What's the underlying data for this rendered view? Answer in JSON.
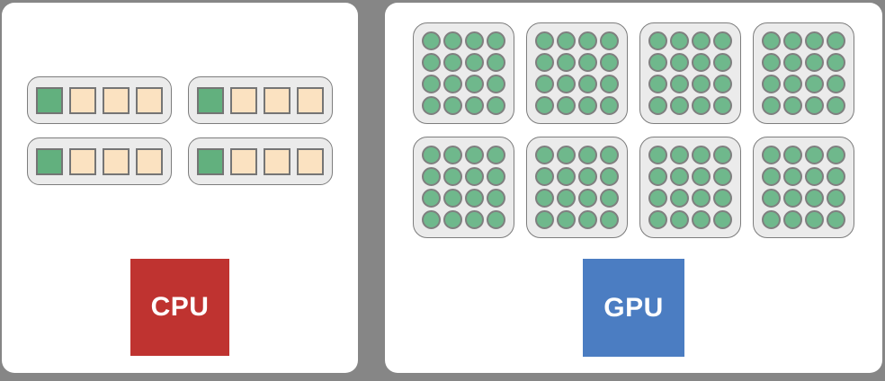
{
  "colors": {
    "background": "#868686",
    "panel": "#ffffff",
    "container_fill": "#ebebeb",
    "container_border": "#7d7d7d",
    "cpu_cell_border": "#757575",
    "control_cell": "#62b07e",
    "alu_cell": "#fbe2c1",
    "gpu_core": "#6fb88c",
    "gpu_core_border": "#7f7f7f",
    "cpu_label_bg": "#bf3330",
    "gpu_label_bg": "#4b7dc2",
    "label_text": "#ffffff"
  },
  "cpu_panel": {
    "label": "CPU",
    "core_count": 4,
    "cells_per_core": 4,
    "control_cells_per_core": 1,
    "alu_cells_per_core": 3
  },
  "gpu_panel": {
    "label": "GPU",
    "grid_count": 8,
    "grid_rows": 4,
    "grid_cols": 4,
    "cores_per_grid": 16,
    "total_cores": 128
  }
}
